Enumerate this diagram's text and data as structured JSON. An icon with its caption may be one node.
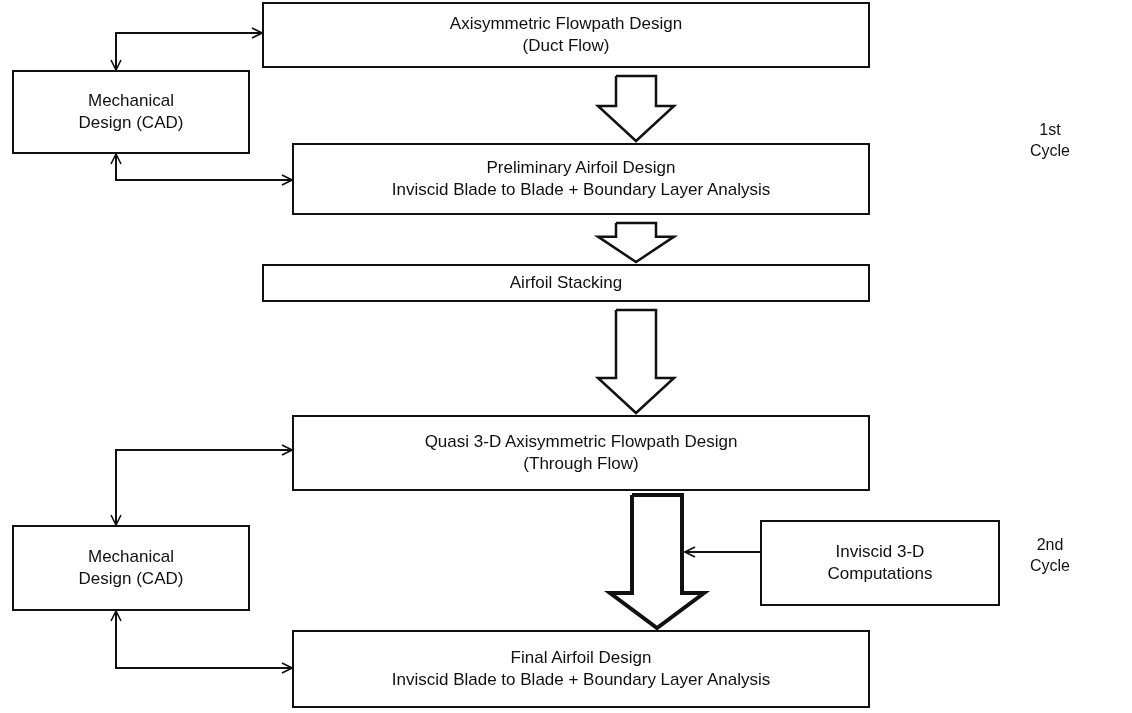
{
  "diagram": {
    "nodes": [
      {
        "text": [
          "Axisymmetric Flowpath Design",
          "(Duct Flow)"
        ]
      },
      {
        "text": [
          "Mechanical Design (CAD)"
        ]
      },
      {
        "text": [
          "Preliminary Airfoil Design",
          "Inviscid Blade to Blade + Boundary Layer Analysis"
        ]
      },
      {
        "text": [
          "Airfoil Stacking"
        ]
      },
      {
        "text": [
          "Quasi 3-D Axisymmetric Flowpath Design",
          "(Through Flow)"
        ]
      },
      {
        "text": [
          "Mechanical Design (CAD)"
        ]
      },
      {
        "text": [
          "Inviscid 3-D Computations"
        ]
      },
      {
        "text": [
          "Final Airfoil Design",
          "Inviscid Blade to Blade + Boundary Layer Analysis"
        ]
      }
    ],
    "edges": [
      {
        "from": 1,
        "to": 0,
        "arrow": "both"
      },
      {
        "from": 1,
        "to": 2,
        "arrow": "both"
      },
      {
        "from": 0,
        "to": 2,
        "arrow": "to"
      },
      {
        "from": 2,
        "to": 3,
        "arrow": "to"
      },
      {
        "from": 3,
        "to": 4,
        "arrow": "to"
      },
      {
        "from": 5,
        "to": 4,
        "arrow": "both"
      },
      {
        "from": 4,
        "to": 7,
        "arrow": "to",
        "style": "thick"
      },
      {
        "from": 6,
        "to": null,
        "arrow": "to"
      },
      {
        "from": 5,
        "to": 7,
        "arrow": "both"
      }
    ],
    "labels": [
      "1st Cycle",
      "2nd Cycle"
    ]
  }
}
